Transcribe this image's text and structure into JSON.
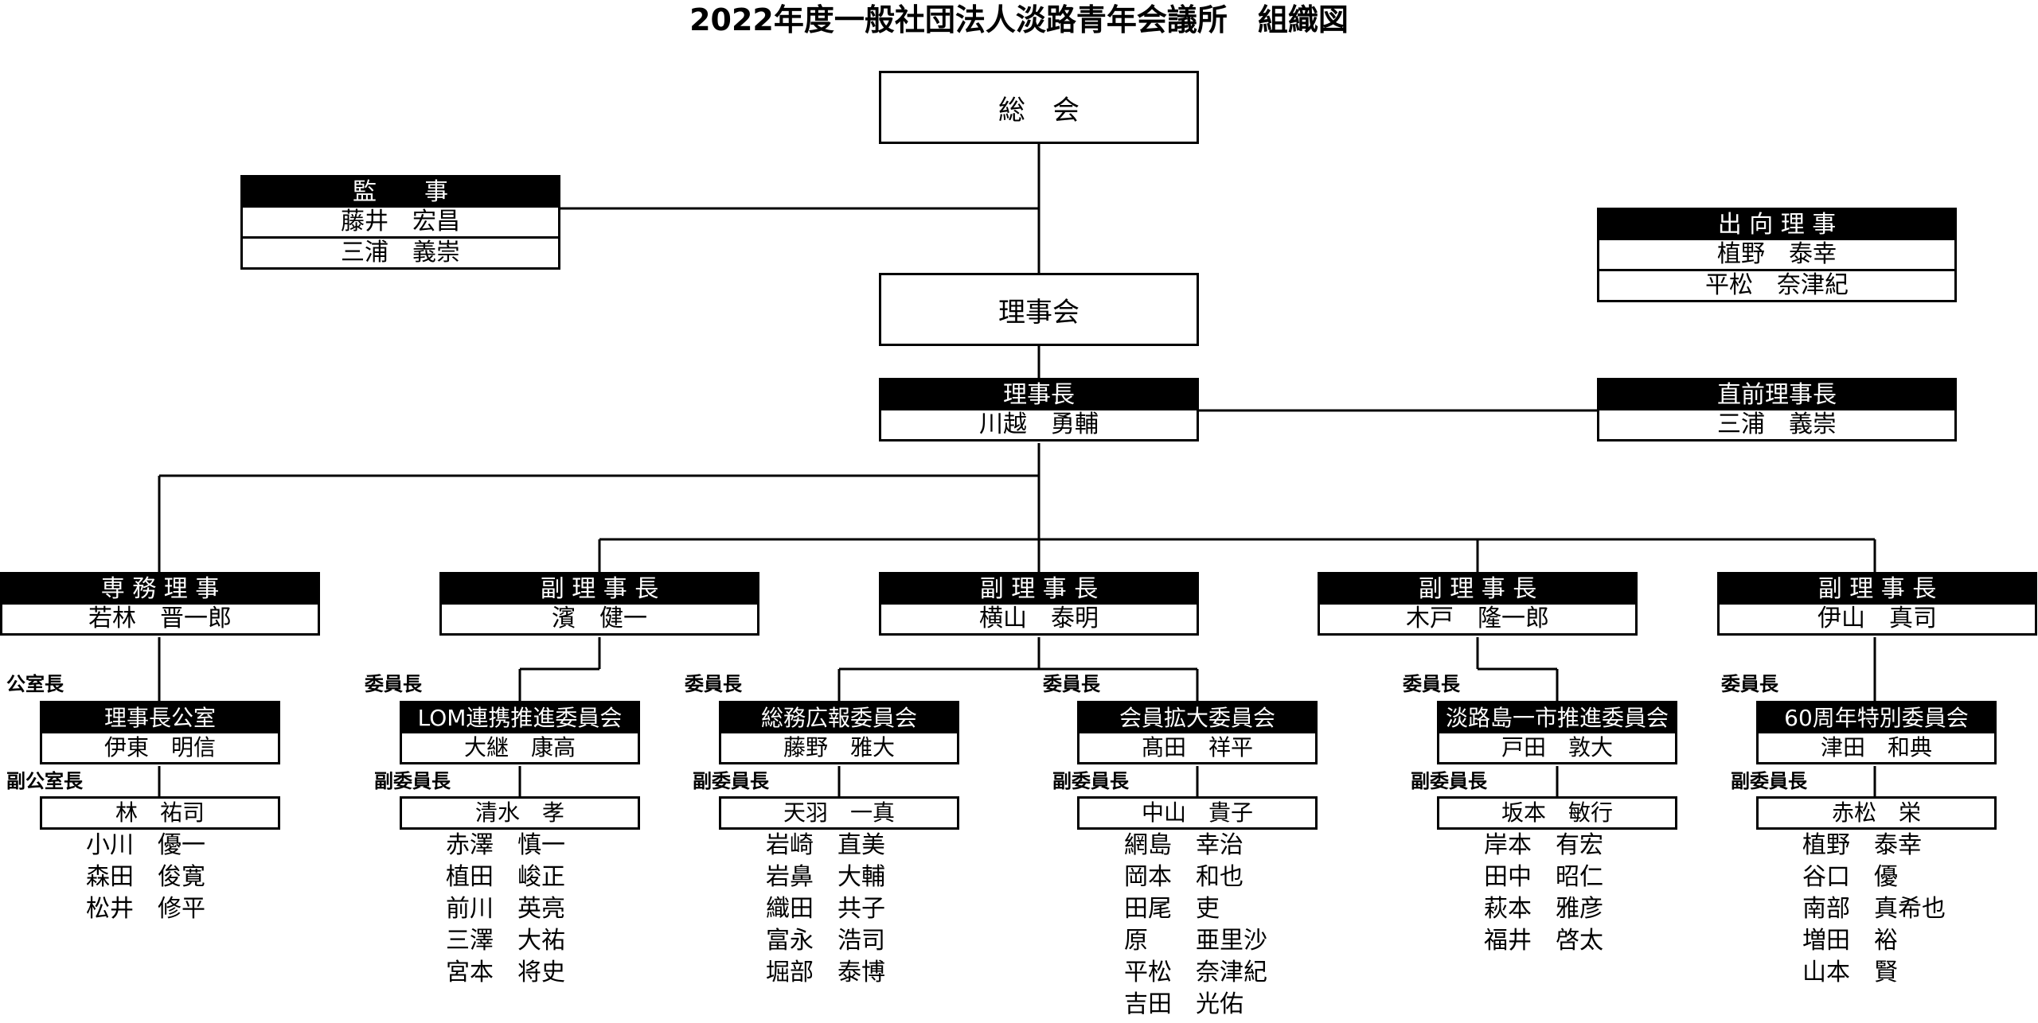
{
  "title": "2022年度一般社団法人淡路青年会議所　組織図",
  "top": {
    "assembly": "総　会",
    "board": "理事会"
  },
  "auditors": {
    "title": "監　　事",
    "members": [
      "藤井　宏昌",
      "三浦　義崇"
    ]
  },
  "seconded": {
    "title": "出 向 理 事",
    "members": [
      "植野　泰幸",
      "平松　奈津紀"
    ]
  },
  "president": {
    "title": "理事長",
    "name": "川越　勇輔"
  },
  "past_president": {
    "title": "直前理事長",
    "name": "三浦　義崇"
  },
  "officers": [
    {
      "title": "専 務 理 事",
      "name": "若林　晋一郎"
    },
    {
      "title": "副 理 事 長",
      "name": "濱　健一"
    },
    {
      "title": "副 理 事 長",
      "name": "横山　泰明"
    },
    {
      "title": "副 理 事 長",
      "name": "木戸　隆一郎"
    },
    {
      "title": "副 理 事 長",
      "name": "伊山　真司"
    }
  ],
  "committees": [
    {
      "head_label": "公室長",
      "name": "理事長公室",
      "head": "伊東　明信",
      "vice_label": "副公室長",
      "vice": "林　祐司",
      "members": [
        "小川　優一",
        "森田　俊寛",
        "松井　修平"
      ]
    },
    {
      "head_label": "委員長",
      "name": "LOM連携推進委員会",
      "head": "大継　康高",
      "vice_label": "副委員長",
      "vice": "清水　孝",
      "members": [
        "赤澤　慎一",
        "植田　峻正",
        "前川　英亮",
        "三澤　大祐",
        "宮本　将史"
      ]
    },
    {
      "head_label": "委員長",
      "name": "総務広報委員会",
      "head": "藤野　雅大",
      "vice_label": "副委員長",
      "vice": "天羽　一真",
      "members": [
        "岩崎　直美",
        "岩鼻　大輔",
        "織田　共子",
        "富永　浩司",
        "堀部　泰博"
      ]
    },
    {
      "head_label": "委員長",
      "name": "会員拡大委員会",
      "head": "髙田　祥平",
      "vice_label": "副委員長",
      "vice": "中山　貴子",
      "members": [
        "網島　幸治",
        "岡本　和也",
        "田尾　吏",
        "原　　亜里沙",
        "平松　奈津紀",
        "吉田　光佑"
      ]
    },
    {
      "head_label": "委員長",
      "name": "淡路島一市推進委員会",
      "head": "戸田　敦大",
      "vice_label": "副委員長",
      "vice": "坂本　敏行",
      "members": [
        "岸本　有宏",
        "田中　昭仁",
        "萩本　雅彦",
        "福井　啓太"
      ]
    },
    {
      "head_label": "委員長",
      "name": "60周年特別委員会",
      "head": "津田　和典",
      "vice_label": "副委員長",
      "vice": "赤松　栄",
      "members": [
        "植野　泰幸",
        "谷口　優",
        "南部　真希也",
        "増田　裕",
        "山本　賢"
      ]
    }
  ]
}
